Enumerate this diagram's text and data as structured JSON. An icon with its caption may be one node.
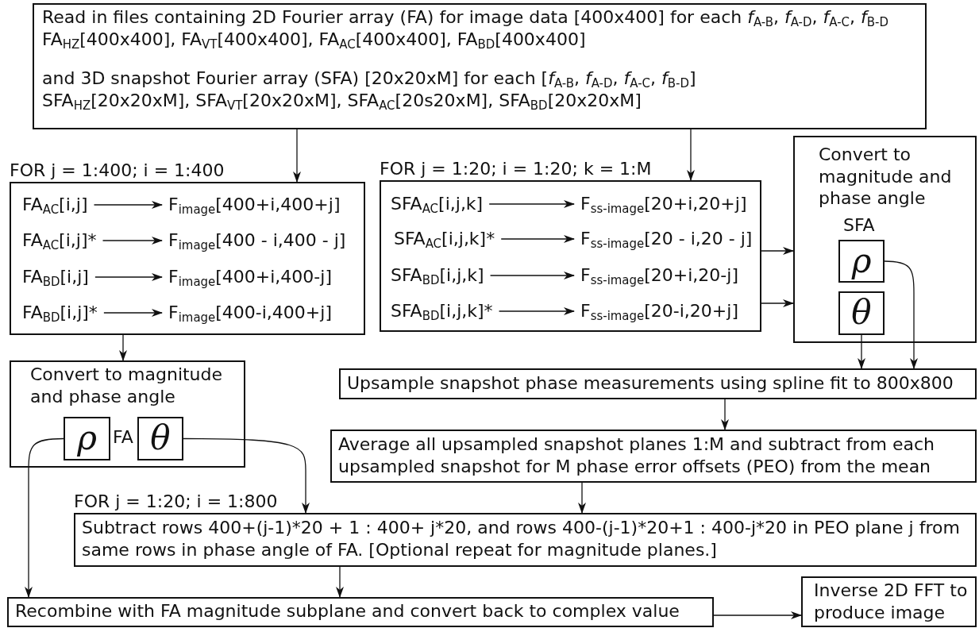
{
  "diagram": {
    "nodes": [
      {
        "text": [
          "Read in files containing 2D Fourier array (FA) for image data [400x400] for each  *f*$_{A-B}$, *f*$_{A-D}$, *f*$_{A-C}$, *f*$_{B-D}$",
          "FA$_{HZ}$[400x400], FA$_{VT}$[400x400], FA$_{AC}$[400x400], FA$_{BD}$[400x400]",
          "and 3D snapshot Fourier array (SFA) [20x20xM] for each [*f*$_{A-B}$, *f*$_{A-D}$, *f*$_{A-C}$, *f*$_{B-D}$]",
          "SFA$_{HZ}$[20x20xM], SFA$_{VT}$[20x20xM], SFA$_{AC}$[20s20xM], SFA$_{BD}$[20x20xM]"
        ]
      },
      {
        "text": [
          "FOR j = 1:400; i = 1:400"
        ]
      },
      {
        "text": [
          "FA$_{AC}$[i,j]"
        ],
        "in": 1
      },
      {
        "text": [
          "F$_{image}$[400+i,400+j]"
        ],
        "in": 1
      },
      {
        "text": [
          "FA$_{AC}$[i,j]*"
        ],
        "in": 1
      },
      {
        "text": [
          "F$_{image}$[400 - i,400 - j]"
        ],
        "in": 1
      },
      {
        "text": [
          "FA$_{BD}$[i,j]"
        ],
        "in": 1
      },
      {
        "text": [
          "F$_{image}$[400+i,400-j]"
        ],
        "in": 1
      },
      {
        "text": [
          "FA$_{BD}$[i,j]*"
        ],
        "in": 1
      },
      {
        "text": [
          "F$_{image}$[400-i,400+j]"
        ],
        "in": 1
      },
      {
        "text": [
          "FOR j = 1:20; i = 1:20; k = 1:M"
        ]
      },
      {
        "text": [
          "SFA$_{AC}$[i,j,k]"
        ],
        "in": 10
      },
      {
        "text": [
          "F$_{ss-image}$[20+i,20+j]"
        ],
        "in": 10
      },
      {
        "text": [
          "SFA$_{AC}$[i,j,k]*"
        ],
        "in": 10
      },
      {
        "text": [
          "F$_{ss-image}$[20 - i,20 - j]"
        ],
        "in": 10
      },
      {
        "text": [
          "SFA$_{BD}$[i,j,k]"
        ],
        "in": 10
      },
      {
        "text": [
          "F$_{ss-image}$[20+i,20-j]"
        ],
        "in": 10
      },
      {
        "text": [
          "SFA$_{BD}$[i,j,k]*"
        ],
        "in": 10
      },
      {
        "text": [
          "F$_{ss-image}$[20-i,20+j]"
        ],
        "in": 10
      },
      {
        "text": [
          "Convert to magnitude and phase angle"
        ]
      },
      {
        "text": [
          "ρ"
        ],
        "in": 19,
        "beside": [
          "SFA"
        ]
      },
      {
        "text": [
          "θ"
        ],
        "in": 19
      },
      {
        "text": [
          "Convert to magnitude and phase angle"
        ]
      },
      {
        "text": [
          "ρ"
        ],
        "in": 22,
        "beside": [
          "FA"
        ]
      },
      {
        "text": [
          "θ"
        ],
        "in": 22
      },
      {
        "text": [
          "Upsample snapshot phase measurements using spline fit to 800x800"
        ]
      },
      {
        "text": [
          "Average all upsampled snapshot planes 1:M and subtract from each upsampled snapshot for M phase error offsets (PEO) from the mean"
        ]
      },
      {
        "text": [
          "FOR j = 1:20; i = 1:800",
          "Subtract rows 400+(j-1)*20 + 1 : 400+ j*20, and rows 400-(j-1)*20+1 : 400-j*20 in PEO plane j from same rows in phase angle of FA. [Optional repeat for magnitude planes.]"
        ]
      },
      {
        "text": [
          "Recombine with FA magnitude subplane and convert back to complex value"
        ]
      },
      {
        "text": [
          "Inverse 2D FFT to produce image"
        ]
      }
    ],
    "edges": [
      {
        "from": 0,
        "to": 1,
        "arrow": "to"
      },
      {
        "from": 0,
        "to": 10,
        "arrow": "to"
      },
      {
        "from": 2,
        "to": 3,
        "arrow": "to"
      },
      {
        "from": 4,
        "to": 5,
        "arrow": "to"
      },
      {
        "from": 6,
        "to": 7,
        "arrow": "to"
      },
      {
        "from": 8,
        "to": 9,
        "arrow": "to"
      },
      {
        "from": 11,
        "to": 12,
        "arrow": "to"
      },
      {
        "from": 13,
        "to": 14,
        "arrow": "to"
      },
      {
        "from": 15,
        "to": 16,
        "arrow": "to"
      },
      {
        "from": 17,
        "to": 18,
        "arrow": "to"
      },
      {
        "from": 10,
        "to": 19,
        "arrow": "to"
      },
      {
        "from": 10,
        "to": 19,
        "arrow": "to"
      },
      {
        "from": 1,
        "to": 22,
        "arrow": "to"
      },
      {
        "from": 21,
        "to": 25,
        "arrow": "to"
      },
      {
        "from": 20,
        "to": 25,
        "arrow": "to"
      },
      {
        "from": 25,
        "to": 26,
        "arrow": "to"
      },
      {
        "from": 26,
        "to": 27,
        "arrow": "to"
      },
      {
        "from": 24,
        "to": 27,
        "arrow": "to"
      },
      {
        "from": 23,
        "to": 28,
        "arrow": "to"
      },
      {
        "from": 27,
        "to": 28,
        "arrow": "to"
      },
      {
        "from": 28,
        "to": 29,
        "arrow": "to"
      }
    ]
  }
}
